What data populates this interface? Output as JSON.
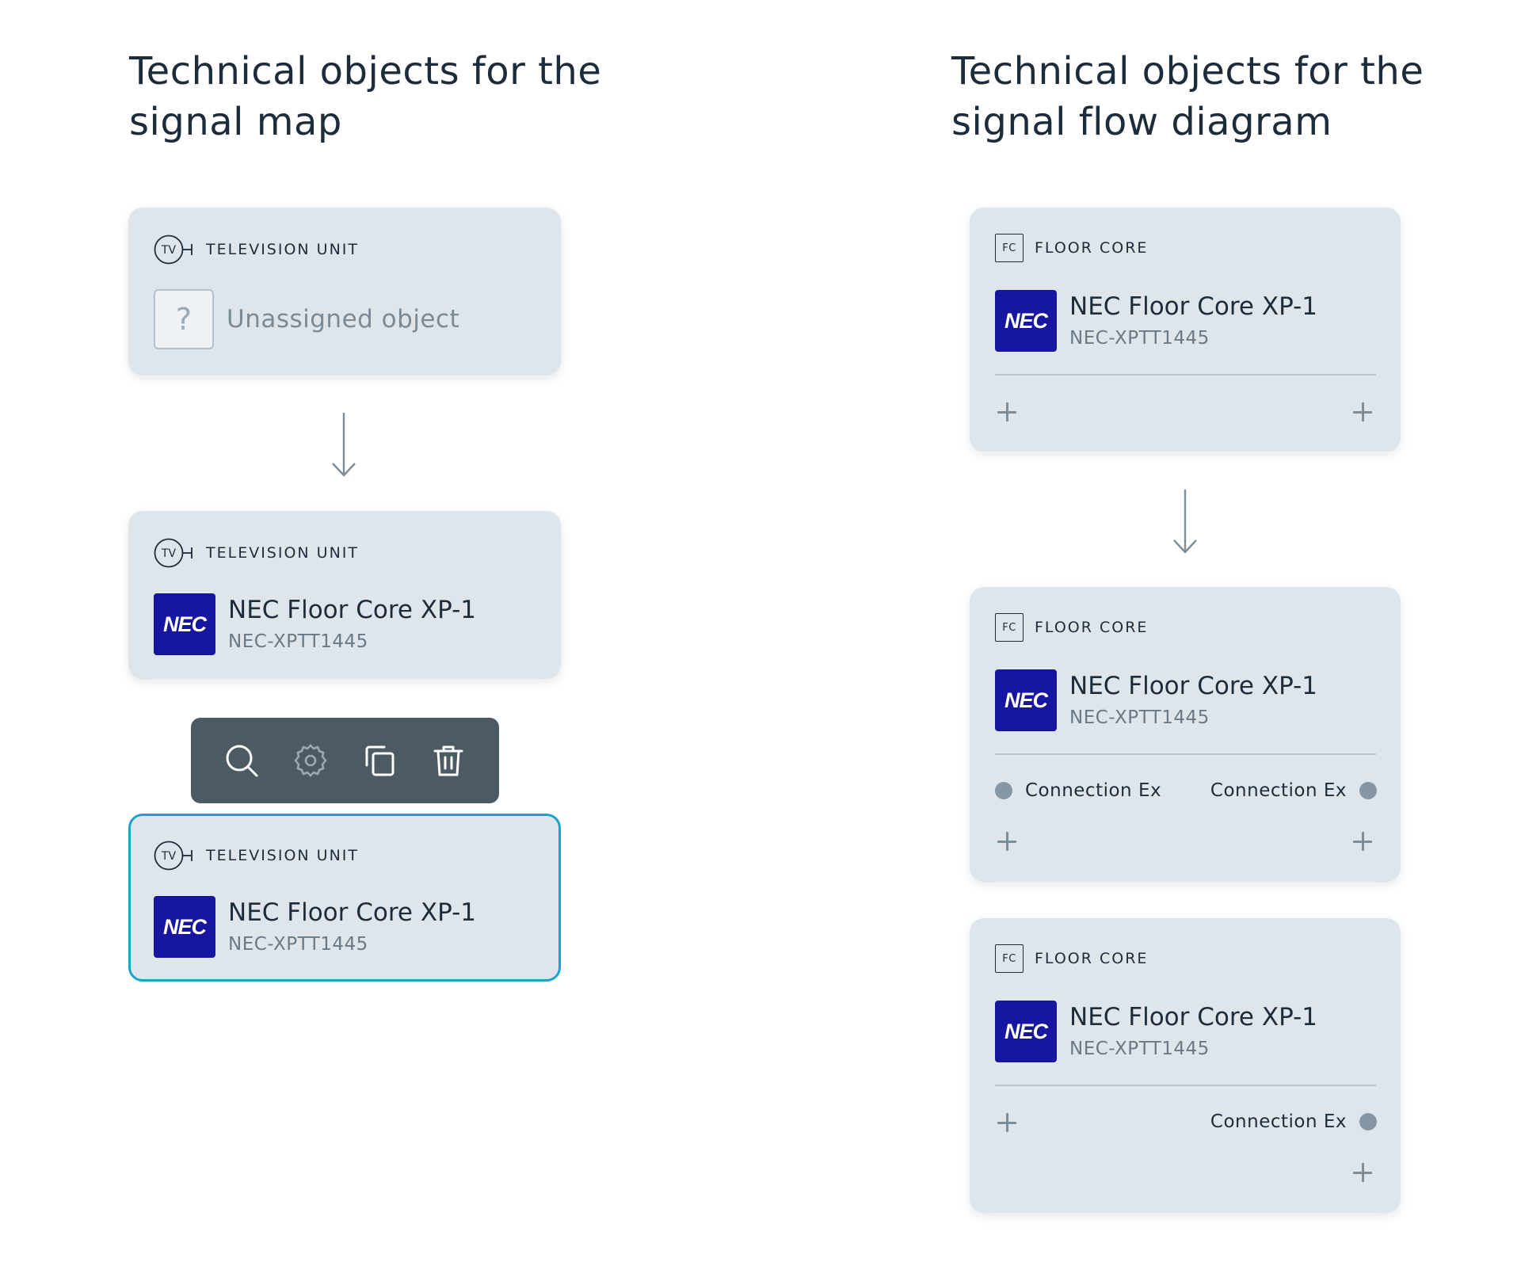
{
  "left_section": {
    "heading_line1": "Technical objects for the",
    "heading_line2": "signal map",
    "cards": [
      {
        "type_icon": "TV",
        "type_label": "TELEVISION UNIT",
        "placeholder_icon": "?",
        "unassigned_label": "Unassigned object"
      },
      {
        "type_icon": "TV",
        "type_label": "TELEVISION UNIT",
        "brand_logo": "NEC",
        "object_name": "NEC Floor Core XP-1",
        "object_code": "NEC-XPTT1445"
      },
      {
        "type_icon": "TV",
        "type_label": "TELEVISION UNIT",
        "brand_logo": "NEC",
        "object_name": "NEC Floor Core XP-1",
        "object_code": "NEC-XPTT1445",
        "selected": true
      }
    ],
    "toolbar": {
      "icons": [
        "search-icon",
        "gear-icon",
        "copy-icon",
        "trash-icon"
      ]
    }
  },
  "right_section": {
    "heading_line1": "Technical objects for the",
    "heading_line2": "signal flow diagram",
    "cards": [
      {
        "type_icon": "FC",
        "type_label": "FLOOR CORE",
        "brand_logo": "NEC",
        "object_name": "NEC Floor Core XP-1",
        "object_code": "NEC-XPTT1445"
      },
      {
        "type_icon": "FC",
        "type_label": "FLOOR CORE",
        "brand_logo": "NEC",
        "object_name": "NEC Floor Core XP-1",
        "object_code": "NEC-XPTT1445",
        "connection_left": "Connection Ex",
        "connection_right": "Connection Ex"
      },
      {
        "type_icon": "FC",
        "type_label": "FLOOR CORE",
        "brand_logo": "NEC",
        "object_name": "NEC Floor Core XP-1",
        "object_code": "NEC-XPTT1445",
        "connection_right": "Connection Ex"
      }
    ]
  },
  "colors": {
    "card_background": "#dfe6eb",
    "selection_border": "#1aa4c8",
    "brand_blue": "#1616a0",
    "toolbar_background": "#4c5a64",
    "heading_text": "#1d2c3b"
  }
}
